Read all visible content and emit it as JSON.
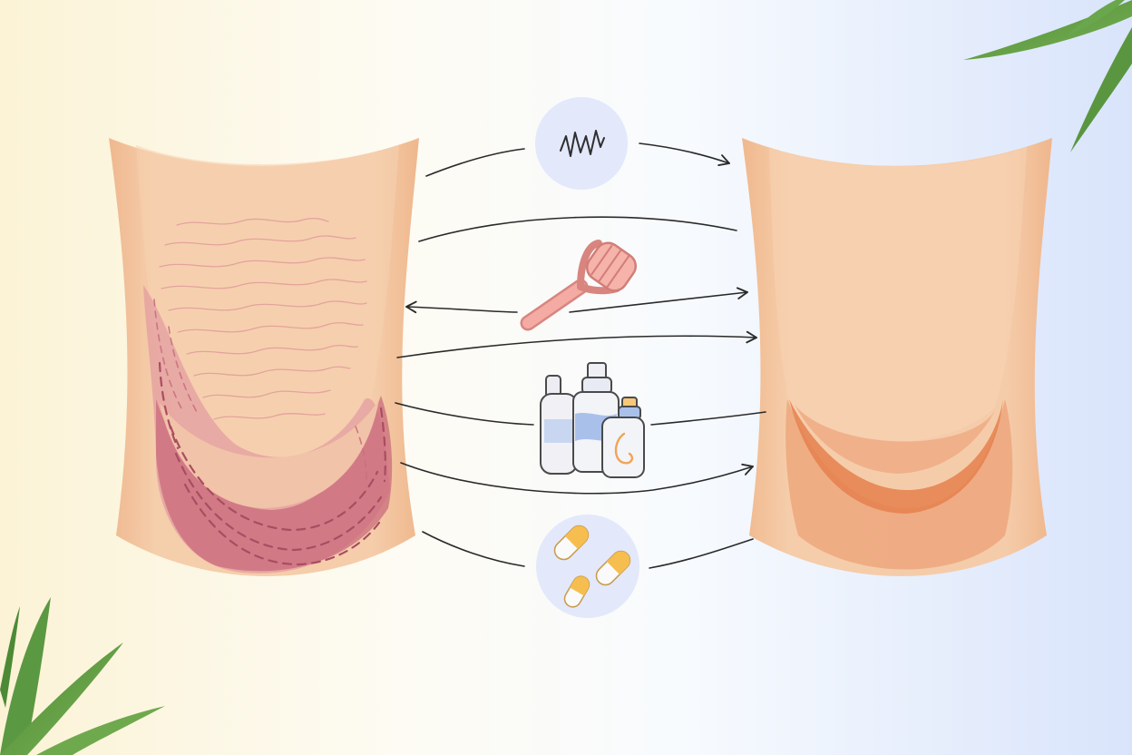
{
  "illustration": {
    "panels": [
      {
        "id": "before",
        "state": "textured skin with wrinkle lines and reddish stretch-mark crease"
      },
      {
        "id": "after",
        "state": "smooth skin with soft orange crease"
      }
    ],
    "treatments": [
      {
        "id": "texture",
        "icon": "zigzag-texture-icon"
      },
      {
        "id": "roller",
        "icon": "face-roller-icon"
      },
      {
        "id": "skincare",
        "icon": "skincare-bottles-icon"
      },
      {
        "id": "supplements",
        "icon": "capsules-icon"
      }
    ],
    "decor": [
      "aloe-leaf-top-right",
      "aloe-leaf-bottom-left"
    ]
  },
  "colors": {
    "bg_left": "#fdf5dc",
    "bg_mid": "#fdfcf8",
    "bg_right": "#dce6fb",
    "skin_light": "#f5ceaa",
    "skin_edge": "#efb58b",
    "mark_pink": "#d2838f",
    "mark_dark": "#b6566a",
    "crease_orange": "#e7844f",
    "icon_circle": "#e4e8fb",
    "roller_pink": "#f2a6a0",
    "leaf_green": "#5f9c43",
    "arrow": "#2a2a2a"
  }
}
